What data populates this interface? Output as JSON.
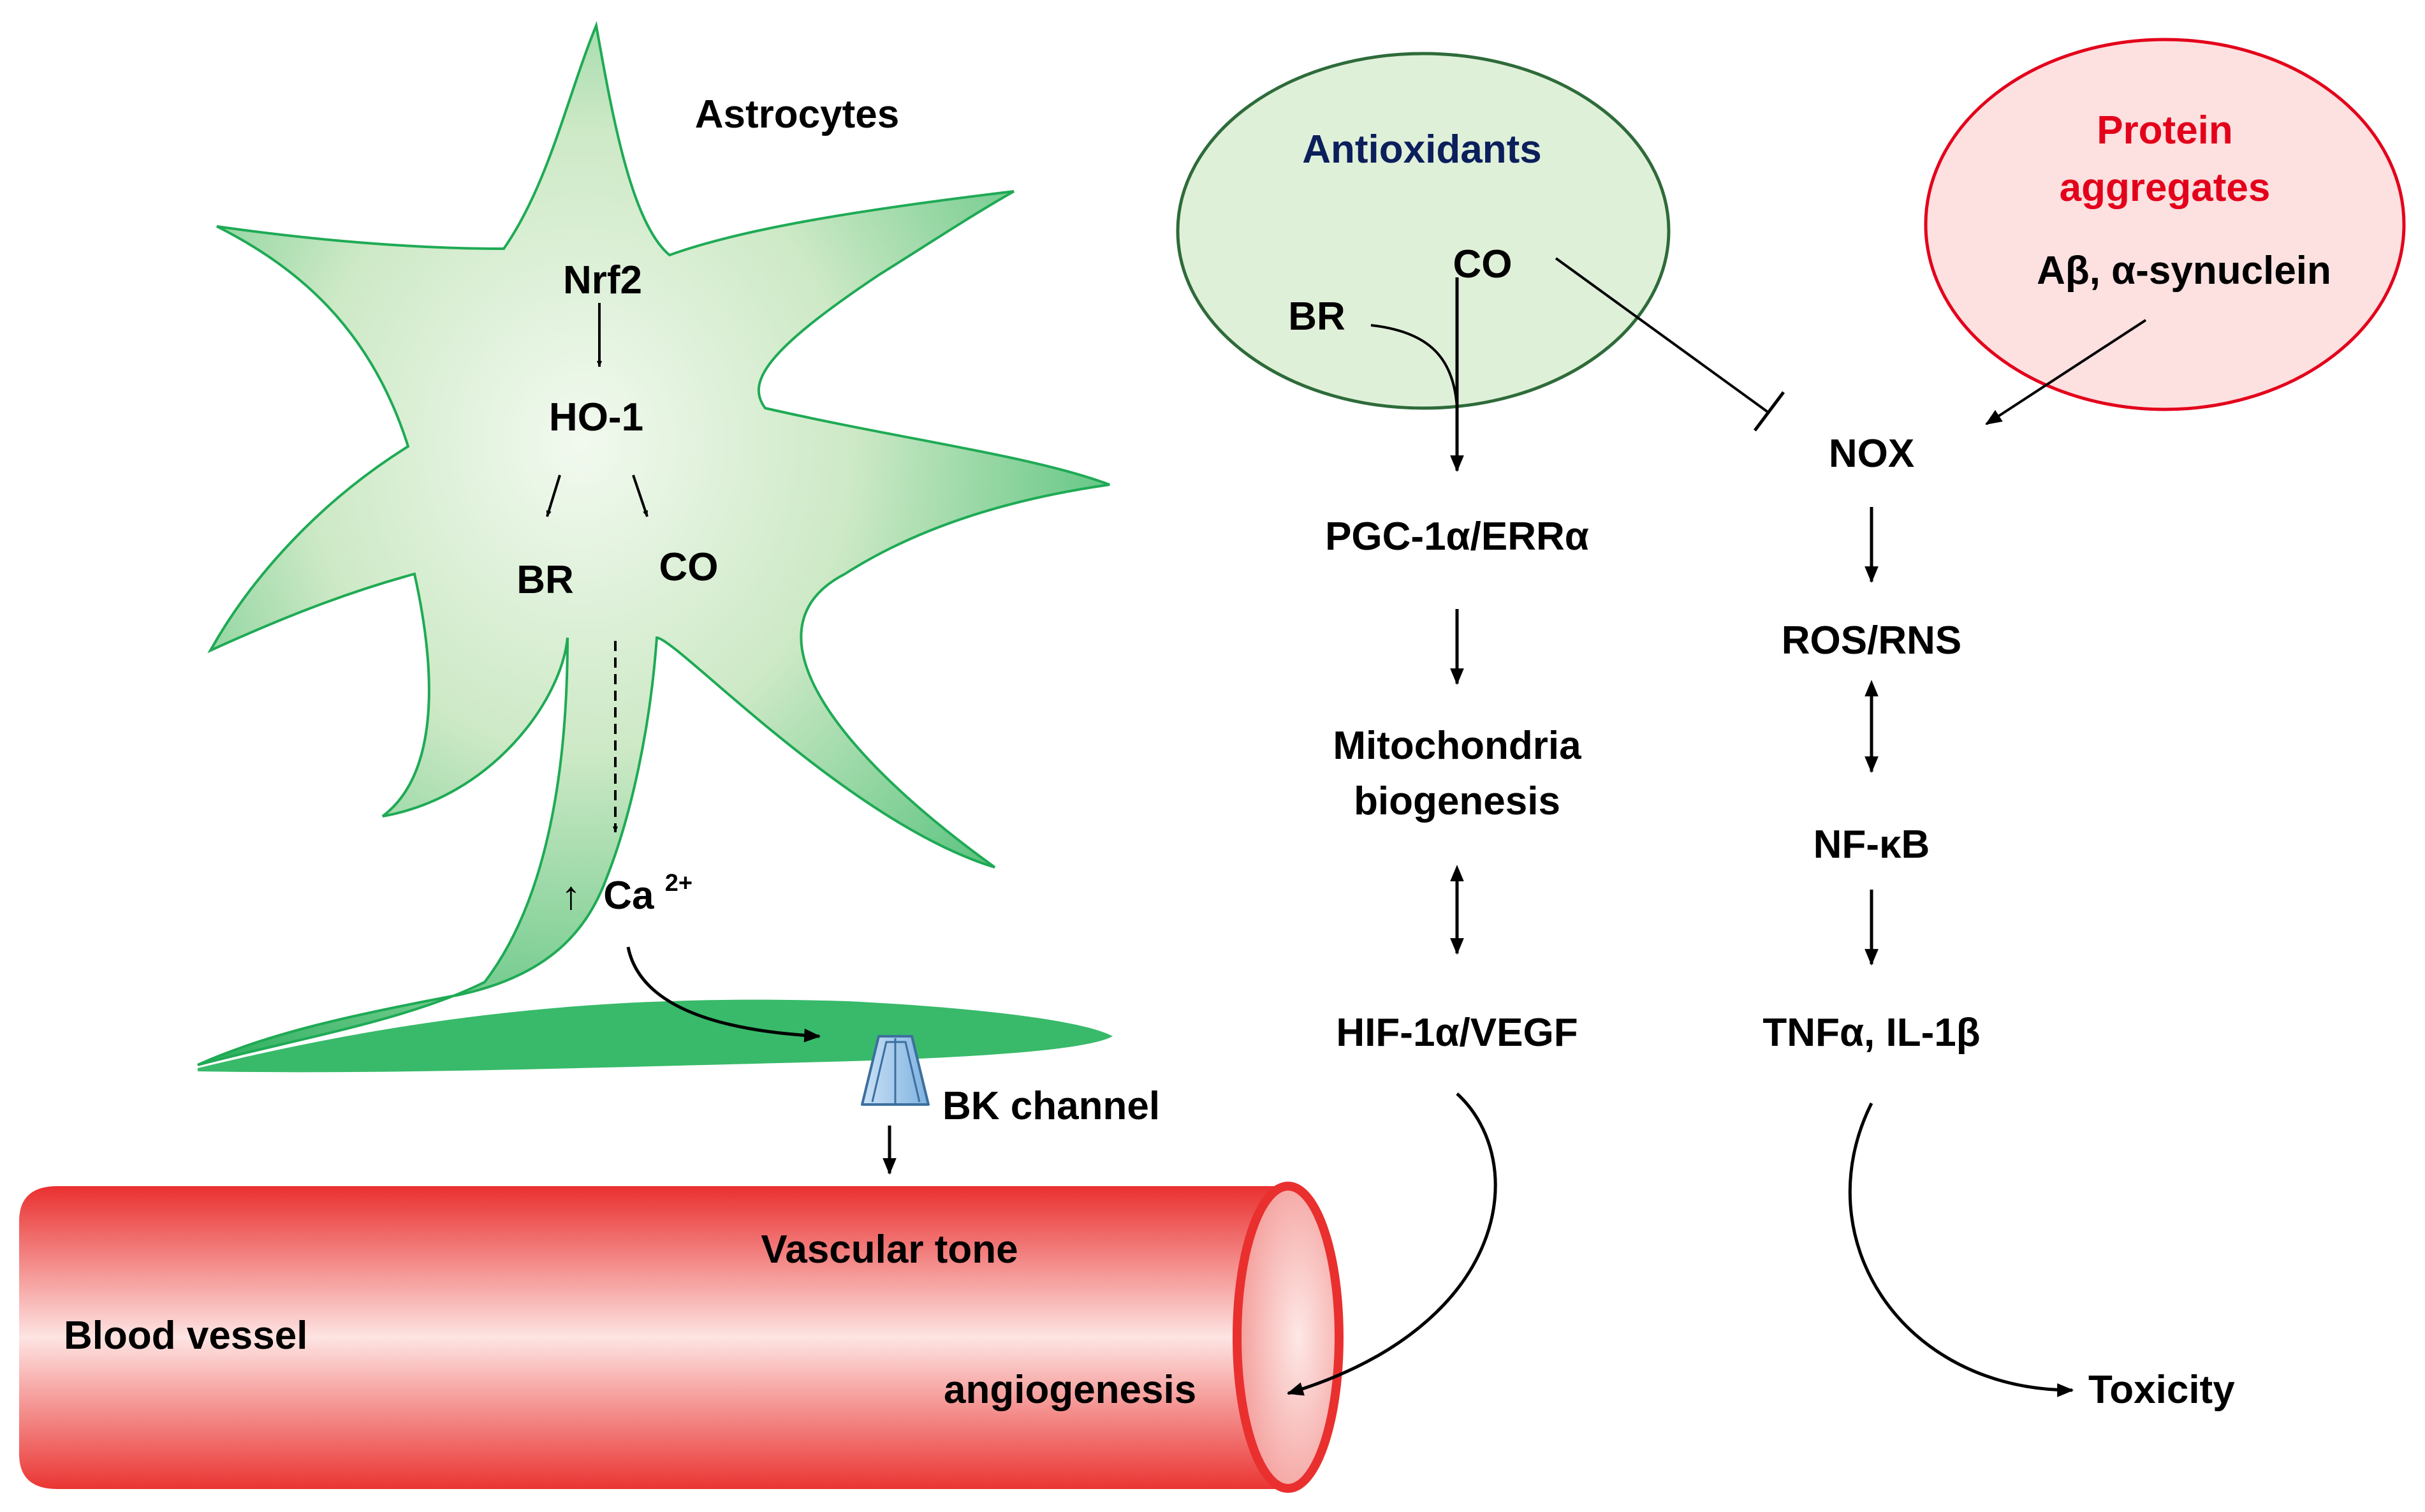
{
  "astrocyte": {
    "title": "Astrocytes",
    "nrf2": "Nrf2",
    "ho1": "HO-1",
    "br": "BR",
    "co": "CO",
    "ca_arrow": "↑",
    "ca": "Ca",
    "ca_sup": "2+"
  },
  "bk_channel": "BK channel",
  "vessel": {
    "name": "Blood vessel",
    "tone": "Vascular tone",
    "angiogenesis": "angiogenesis"
  },
  "antioxidants": {
    "title": "Antioxidants",
    "co": "CO",
    "br": "BR"
  },
  "protein_aggregates": {
    "title_line1": "Protein",
    "title_line2": "aggregates",
    "examples": "Aβ, α-synuclein"
  },
  "left_pathway": {
    "pgc": "PGC-1α/ERRα",
    "mito_line1": "Mitochondria",
    "mito_line2": "biogenesis",
    "hif": "HIF-1α/VEGF"
  },
  "right_pathway": {
    "nox": "NOX",
    "ros": "ROS/RNS",
    "nfkb": "NF-κB",
    "tnf": "TNFα, IL-1β",
    "toxicity": "Toxicity"
  },
  "colors": {
    "astrocyte_green": "#22b35a",
    "astrocyte_light": "#e3f3df",
    "vessel_red": "#e9302f",
    "vessel_light": "#fcd9d7",
    "antioxidant_fill": "#dff0d8",
    "antioxidant_stroke": "#2e6b3a",
    "aggregate_fill": "#fde0e0",
    "aggregate_stroke": "#e3001b",
    "antioxidant_title": "#0b1f5c",
    "aggregate_title": "#e3001b",
    "channel_blue": "#9cc6ec"
  }
}
